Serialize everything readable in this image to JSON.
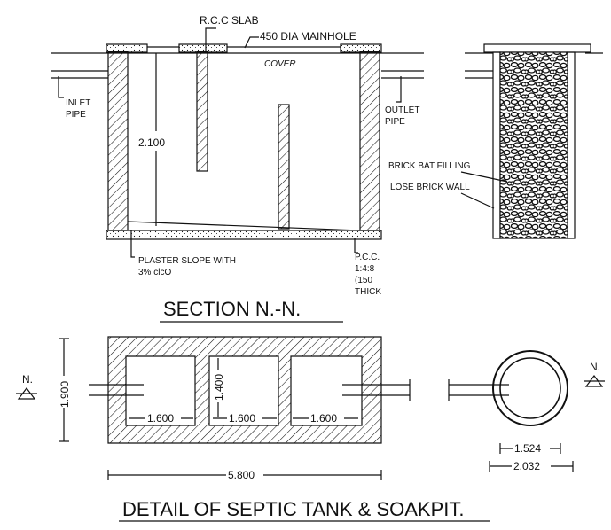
{
  "section": {
    "title": "SECTION N.-N.",
    "labels": {
      "rcc_slab": "R.C.C SLAB",
      "manhole": "450 DIA MAINHOLE",
      "cover": "COVER",
      "inlet_1": "INLET",
      "inlet_2": "PIPE",
      "outlet_1": "OUTLET",
      "outlet_2": "PIPE",
      "depth": "2.100",
      "plaster_1": "PLASTER SLOPE WITH",
      "plaster_2": "3% clcO",
      "pcc_1": "P.C.C.",
      "pcc_2": "1:4:8",
      "pcc_3": "(150",
      "pcc_4": "THICK",
      "brick_bat": "BRICK BAT FILLING",
      "lose_brick": "LOSE BRICK WALL"
    }
  },
  "plan": {
    "title": "DETAIL OF  SEPTIC TANK & SOAKPIT.",
    "dims": {
      "height": "1.900",
      "inner_height": "1.400",
      "chamber_1": "1.600",
      "chamber_2": "1.600",
      "chamber_3": "1.600",
      "overall": "5.800",
      "soak_inner": "1.524",
      "soak_outer": "2.032"
    },
    "section_mark": "N."
  },
  "colors": {
    "line": "#111111",
    "background": "#ffffff"
  }
}
